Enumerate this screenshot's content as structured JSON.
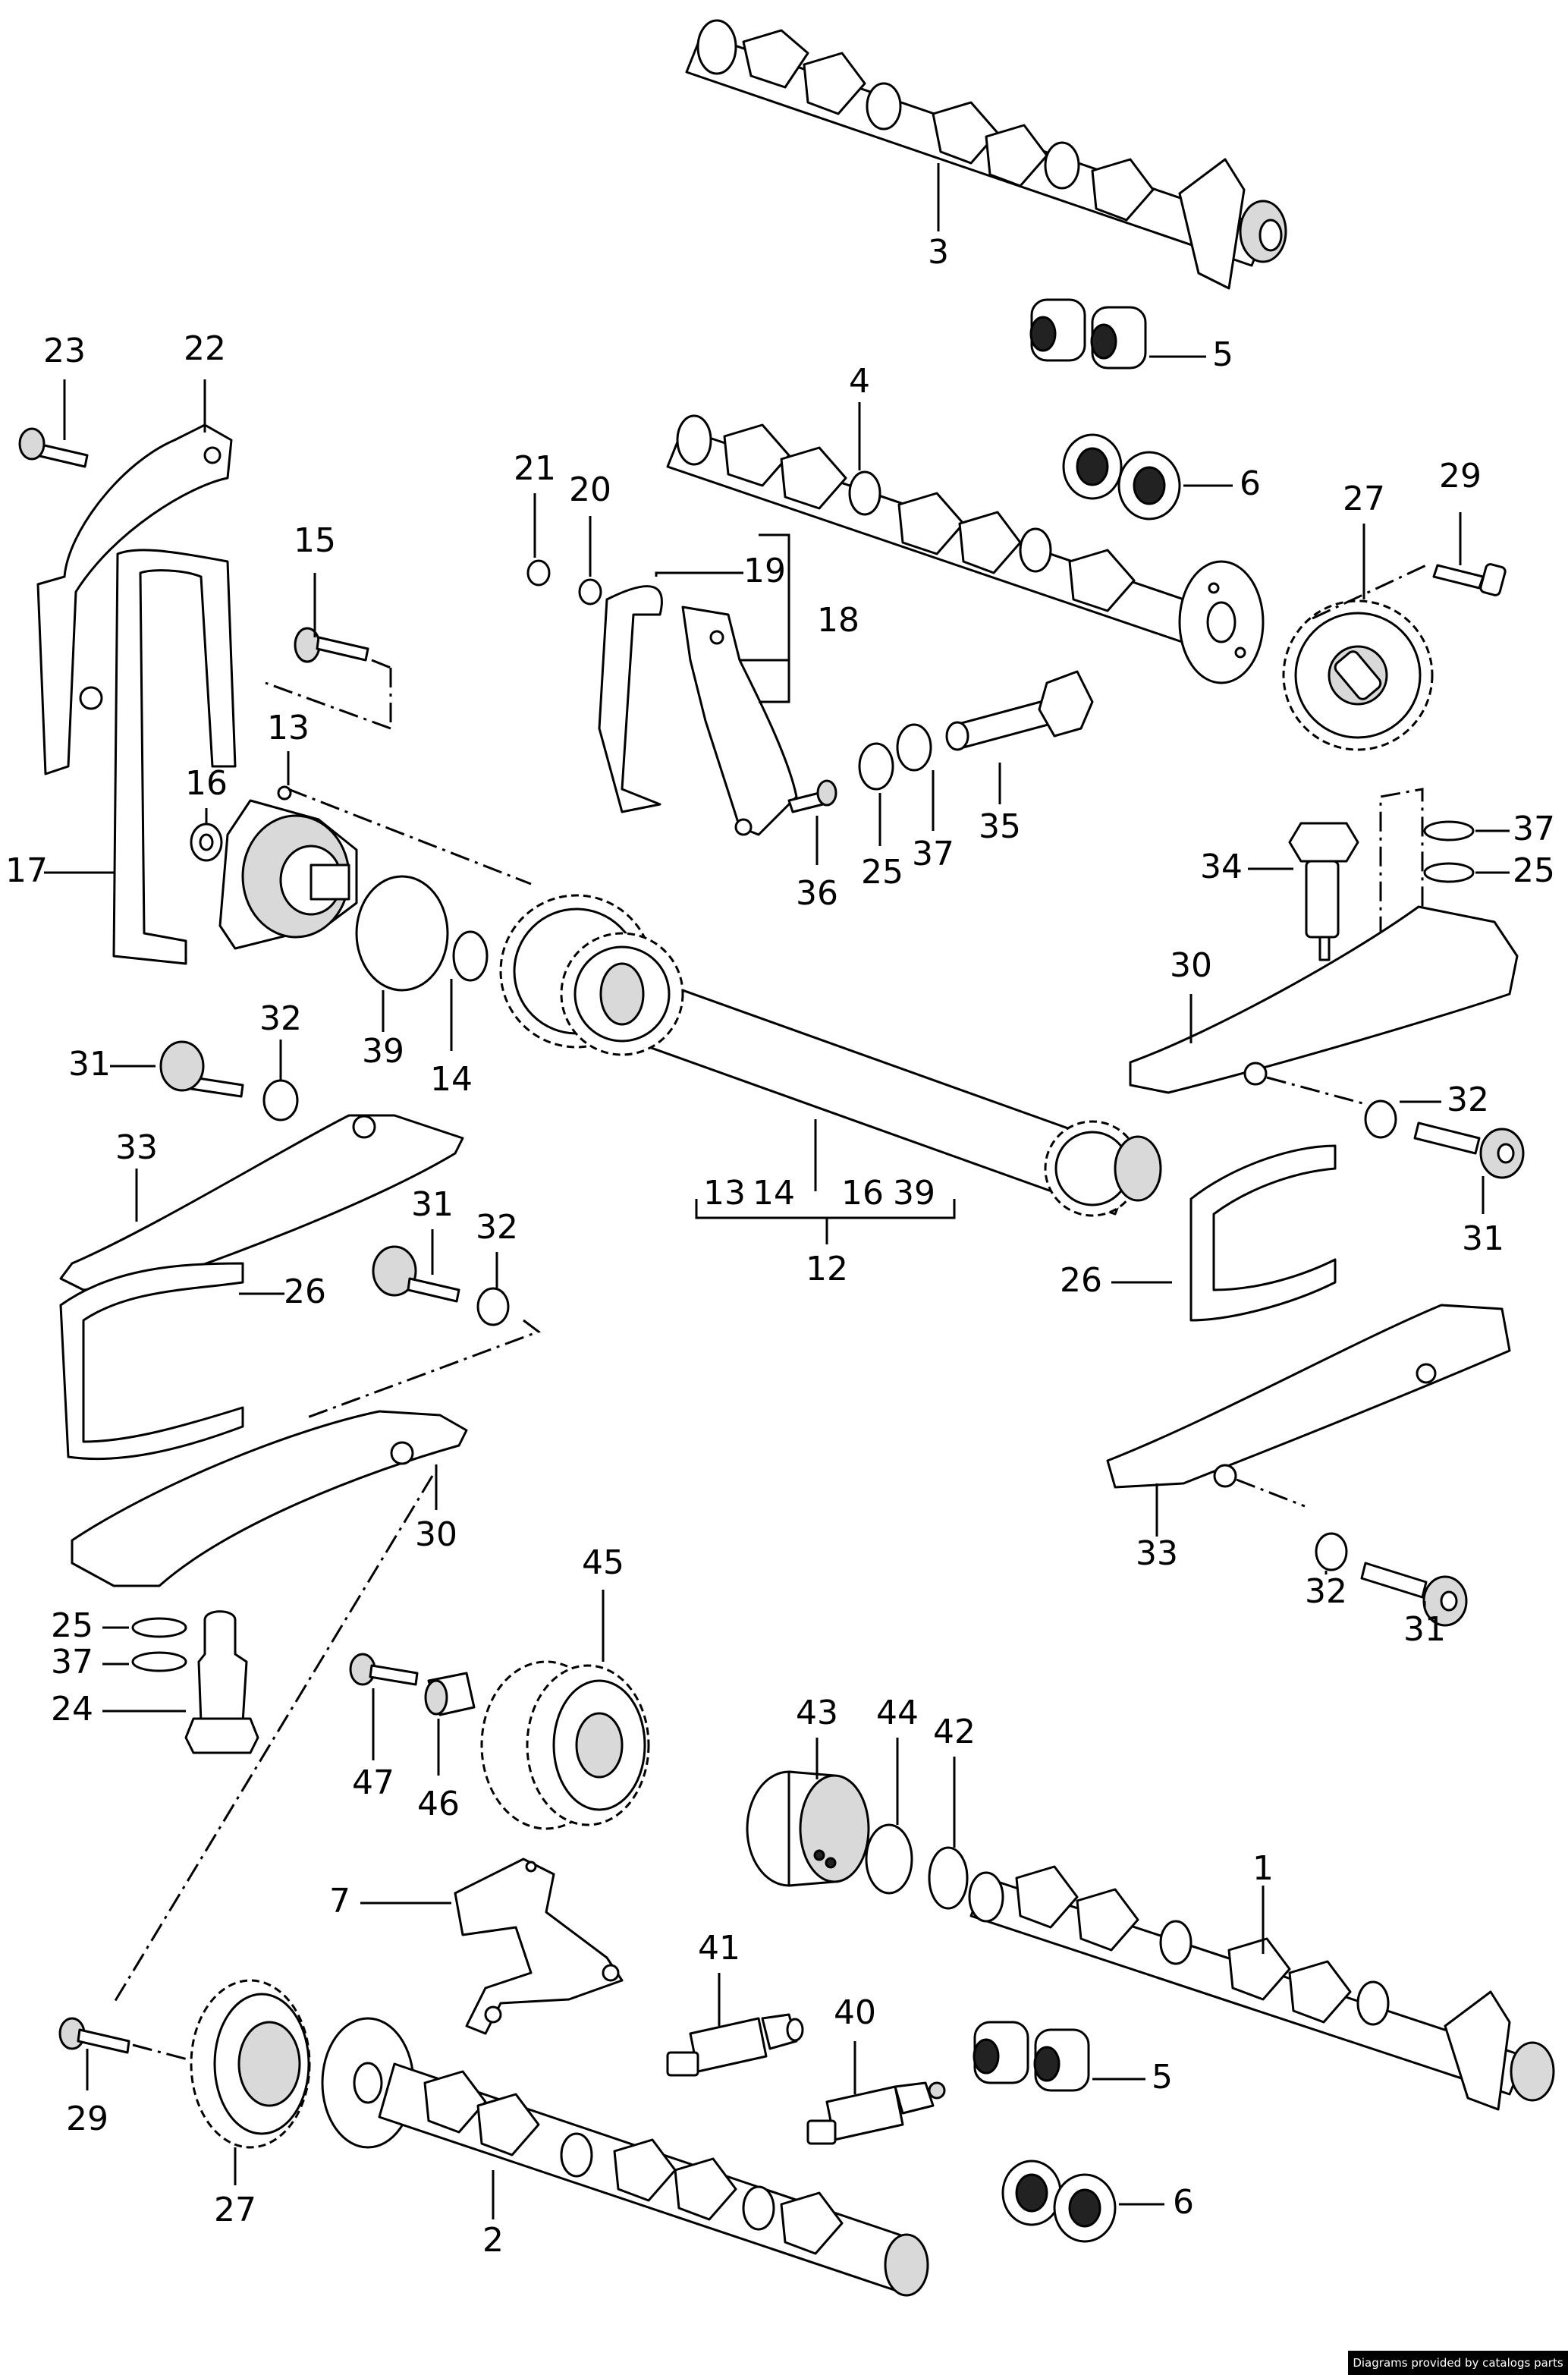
{
  "callouts": [
    {
      "id": "c1",
      "text": "1"
    },
    {
      "id": "c2",
      "text": "2"
    },
    {
      "id": "c3",
      "text": "3"
    },
    {
      "id": "c4",
      "text": "4"
    },
    {
      "id": "c5a",
      "text": "5"
    },
    {
      "id": "c5b",
      "text": "5"
    },
    {
      "id": "c6a",
      "text": "6"
    },
    {
      "id": "c6b",
      "text": "6"
    },
    {
      "id": "c7",
      "text": "7"
    },
    {
      "id": "c12",
      "text": "12"
    },
    {
      "id": "c13a",
      "text": "13"
    },
    {
      "id": "c13b",
      "text": "13"
    },
    {
      "id": "c14a",
      "text": "14"
    },
    {
      "id": "c14b",
      "text": "14"
    },
    {
      "id": "c15",
      "text": "15"
    },
    {
      "id": "c16a",
      "text": "16"
    },
    {
      "id": "c16b",
      "text": "16"
    },
    {
      "id": "c17",
      "text": "17"
    },
    {
      "id": "c18",
      "text": "18"
    },
    {
      "id": "c19",
      "text": "19"
    },
    {
      "id": "c20",
      "text": "20"
    },
    {
      "id": "c21",
      "text": "21"
    },
    {
      "id": "c22",
      "text": "22"
    },
    {
      "id": "c23",
      "text": "23"
    },
    {
      "id": "c24",
      "text": "24"
    },
    {
      "id": "c25a",
      "text": "25"
    },
    {
      "id": "c25b",
      "text": "25"
    },
    {
      "id": "c25c",
      "text": "25"
    },
    {
      "id": "c26a",
      "text": "26"
    },
    {
      "id": "c26b",
      "text": "26"
    },
    {
      "id": "c27a",
      "text": "27"
    },
    {
      "id": "c27b",
      "text": "27"
    },
    {
      "id": "c29a",
      "text": "29"
    },
    {
      "id": "c29b",
      "text": "29"
    },
    {
      "id": "c30a",
      "text": "30"
    },
    {
      "id": "c30b",
      "text": "30"
    },
    {
      "id": "c31a",
      "text": "31"
    },
    {
      "id": "c31b",
      "text": "31"
    },
    {
      "id": "c31c",
      "text": "31"
    },
    {
      "id": "c31d",
      "text": "31"
    },
    {
      "id": "c32a",
      "text": "32"
    },
    {
      "id": "c32b",
      "text": "32"
    },
    {
      "id": "c32c",
      "text": "32"
    },
    {
      "id": "c32d",
      "text": "32"
    },
    {
      "id": "c33a",
      "text": "33"
    },
    {
      "id": "c33b",
      "text": "33"
    },
    {
      "id": "c34",
      "text": "34"
    },
    {
      "id": "c35",
      "text": "35"
    },
    {
      "id": "c36",
      "text": "36"
    },
    {
      "id": "c37a",
      "text": "37"
    },
    {
      "id": "c37b",
      "text": "37"
    },
    {
      "id": "c37c",
      "text": "37"
    },
    {
      "id": "c39a",
      "text": "39"
    },
    {
      "id": "c39b",
      "text": "39"
    },
    {
      "id": "c40",
      "text": "40"
    },
    {
      "id": "c41",
      "text": "41"
    },
    {
      "id": "c42",
      "text": "42"
    },
    {
      "id": "c43",
      "text": "43"
    },
    {
      "id": "c44",
      "text": "44"
    },
    {
      "id": "c45",
      "text": "45"
    },
    {
      "id": "c46",
      "text": "46"
    },
    {
      "id": "c47",
      "text": "47"
    }
  ],
  "credit": "Diagrams provided by catalogs parts"
}
